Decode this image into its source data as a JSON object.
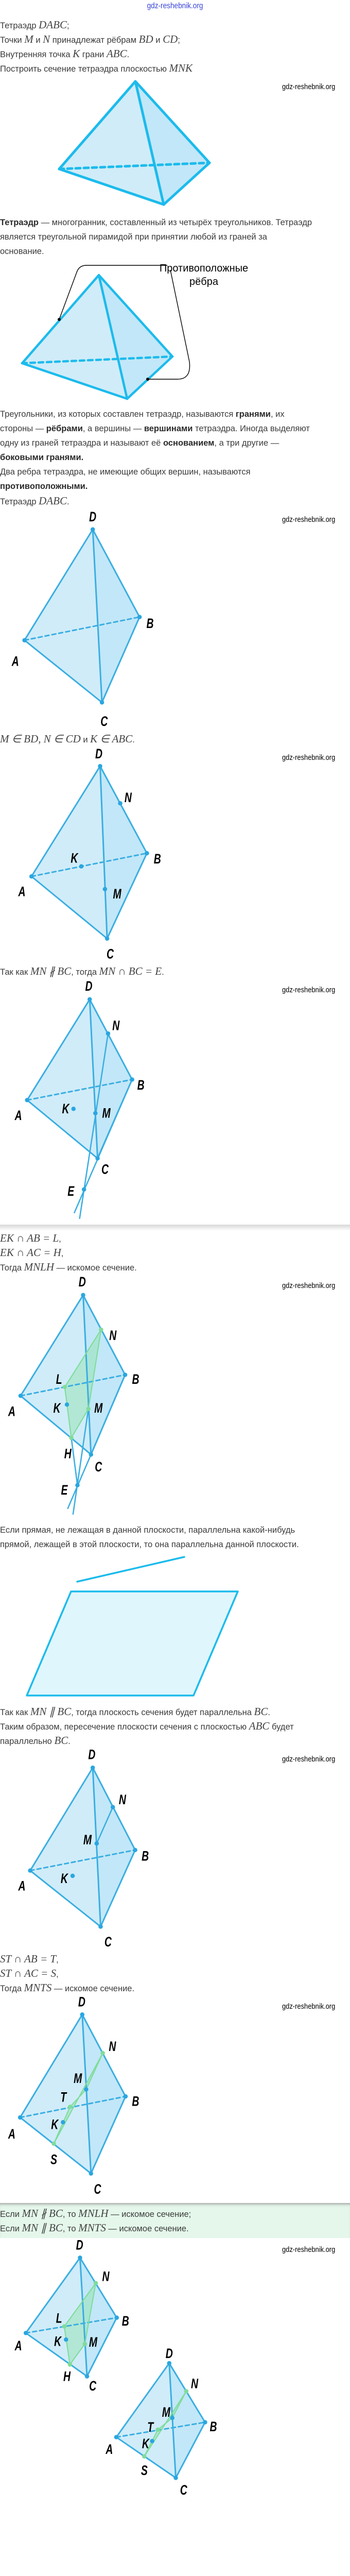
{
  "header_link": "gdz-reshebnik.org",
  "watermark": "gdz-reshebnik.org",
  "labels": {
    "A": "A",
    "B": "B",
    "C": "C",
    "D": "D",
    "K": "K",
    "M": "M",
    "N": "N",
    "E": "E",
    "L": "L",
    "H": "H",
    "T": "T",
    "S": "S"
  },
  "figure2_caption": {
    "line1": "Противоположные",
    "line2": "рёбра"
  },
  "given": {
    "l1": "Тетраэдр $DABC$;",
    "l2": "Точки $M$ и $N$ принадлежат рёбрам $BD$ и $CD$;",
    "l3": "Внутренняя точка $K$ грани $ABC$.",
    "l4": "Построить сечение тетраэдра плоскостью $MNK$"
  },
  "definition": {
    "l1": "**Тетраэдр** — многогранник, составленный из четырёх треугольников. Тетраэдр",
    "l2": "является треугольной пирамидой при принятии любой из граней за",
    "l3": "основание."
  },
  "terms": {
    "l1": "Треугольники, из которых составлен тетраэдр, называются **гранями**, их",
    "l2": "стороны — **рёбрами**, а вершины — **вершинами** тетраэдра. Иногда выделяют",
    "l3": "одну из граней тетраэдра и называют её **основанием**, а три другие —",
    "l4": "**боковыми гранями.**",
    "l5": "Два ребра тетраэдра, не имеющие общих вершин, называются",
    "l6": "**противоположными.**",
    "l7": "Тетраэдр $DABC$."
  },
  "step1": "$M ∈ BD, N ∈ CD$ и $K ∈ ABC$.",
  "step2": "Так как $MN ∦ BC$, тогда $MN ∩ BC = E$.",
  "step3": {
    "l1": "$EK ∩ AB = L$,",
    "l2": "$EK ∩ AC = H$,",
    "l3": "Тогда $MNLH$ — искомое сечение."
  },
  "theorem": {
    "l1": "Если прямая, не лежащая в данной плоскости, параллельна какой-нибудь",
    "l2": "прямой, лежащей в этой плоскости, то она параллельна данной плоскости."
  },
  "step4": {
    "l1": "Так как $MN ∥ BC$, тогда плоскость сечения будет параллельна $BC$.",
    "l2": "Таким образом, пересечение плоскости сечения с плоскостью $ABC$ будет",
    "l3": "параллельно $BC$."
  },
  "step5": {
    "l1": "$ST ∩ AB = T$,",
    "l2": "$ST ∩ AC = S$,",
    "l3": "Тогда $MNTS$ — искомое сечение."
  },
  "answer": {
    "l1": "Если $MN ∦ BC$, то $MNLH$ — искомое сечение;",
    "l2": "Если $MN ∥ BC$, то $MNTS$ — искомое сечение."
  },
  "colors": {
    "edge": "#3aaee2",
    "edge_bright": "#1cbbec",
    "face": "#cdebf9",
    "section": "#8fe3a8",
    "answer_bg": "#e4f7ea",
    "link": "#3742d8"
  }
}
